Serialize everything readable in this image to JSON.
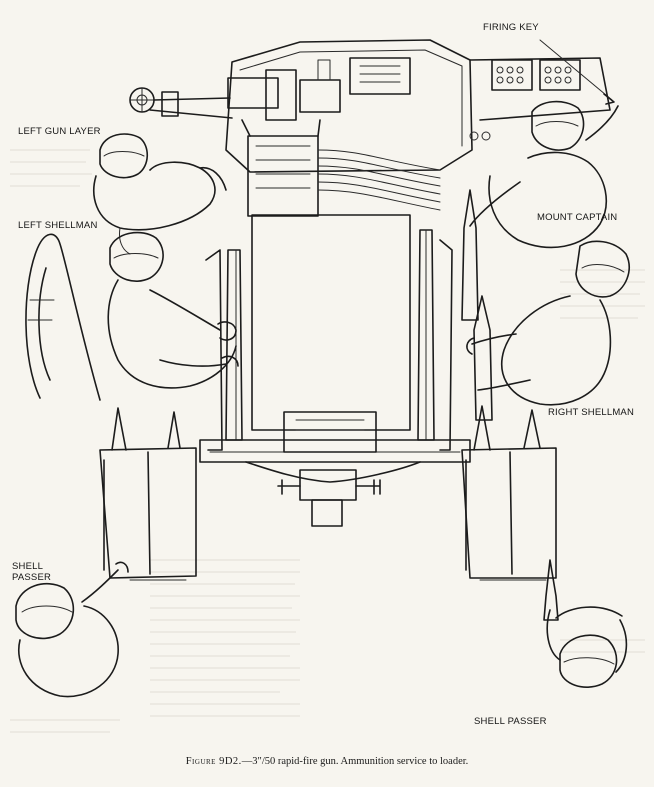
{
  "labels": {
    "firing_key": "FIRING KEY",
    "left_gun_layer": "LEFT GUN LAYER",
    "left_shellman": "LEFT SHELLMAN",
    "mount_captain": "MOUNT CAPTAIN",
    "right_shellman": "RIGHT SHELLMAN",
    "shell_passer_left": "SHELL\nPASSER",
    "shell_passer_right": "SHELL PASSER"
  },
  "caption": {
    "figure": "Figure 9D2.",
    "text": "—3\"/50 rapid-fire gun.   Ammunition service to loader."
  }
}
